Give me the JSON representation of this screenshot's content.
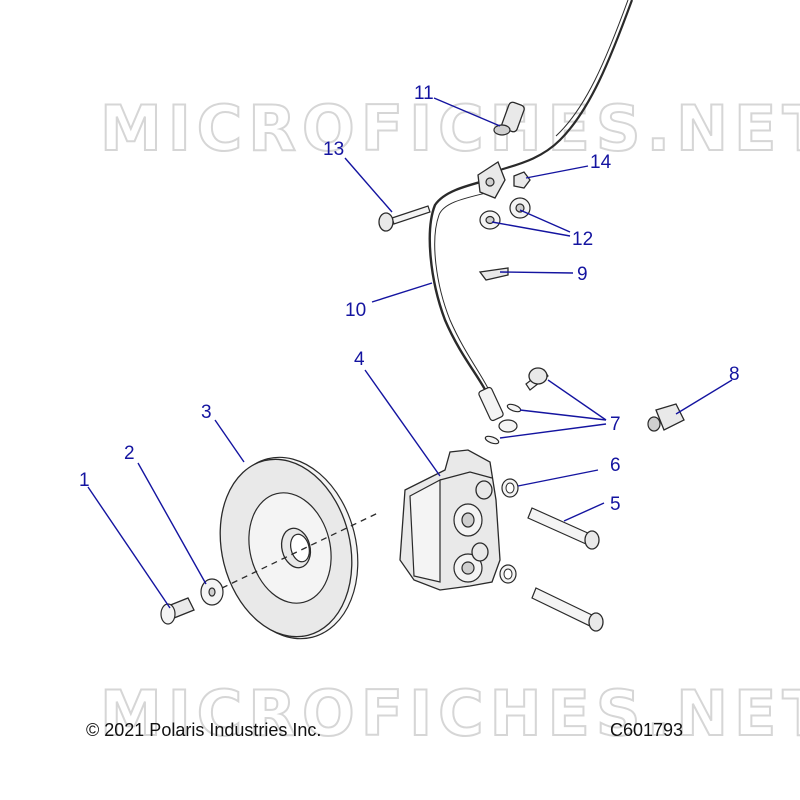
{
  "watermark": {
    "text": "MICROFICHES.NET"
  },
  "footer": {
    "copyright": "© 2021 Polaris Industries Inc.",
    "diagram_id": "C601793"
  },
  "callouts": [
    {
      "id": "part-1",
      "label": "1"
    },
    {
      "id": "part-2",
      "label": "2"
    },
    {
      "id": "part-3",
      "label": "3"
    },
    {
      "id": "part-4",
      "label": "4"
    },
    {
      "id": "part-5",
      "label": "5"
    },
    {
      "id": "part-6",
      "label": "6"
    },
    {
      "id": "part-7",
      "label": "7"
    },
    {
      "id": "part-8",
      "label": "8"
    },
    {
      "id": "part-9",
      "label": "9"
    },
    {
      "id": "part-10",
      "label": "10"
    },
    {
      "id": "part-11",
      "label": "11"
    },
    {
      "id": "part-12",
      "label": "12"
    },
    {
      "id": "part-13",
      "label": "13"
    },
    {
      "id": "part-14",
      "label": "14"
    }
  ],
  "colors": {
    "callout": "#1414a0",
    "linework": "#2a2a2a",
    "watermark": "#d6d6d6"
  }
}
